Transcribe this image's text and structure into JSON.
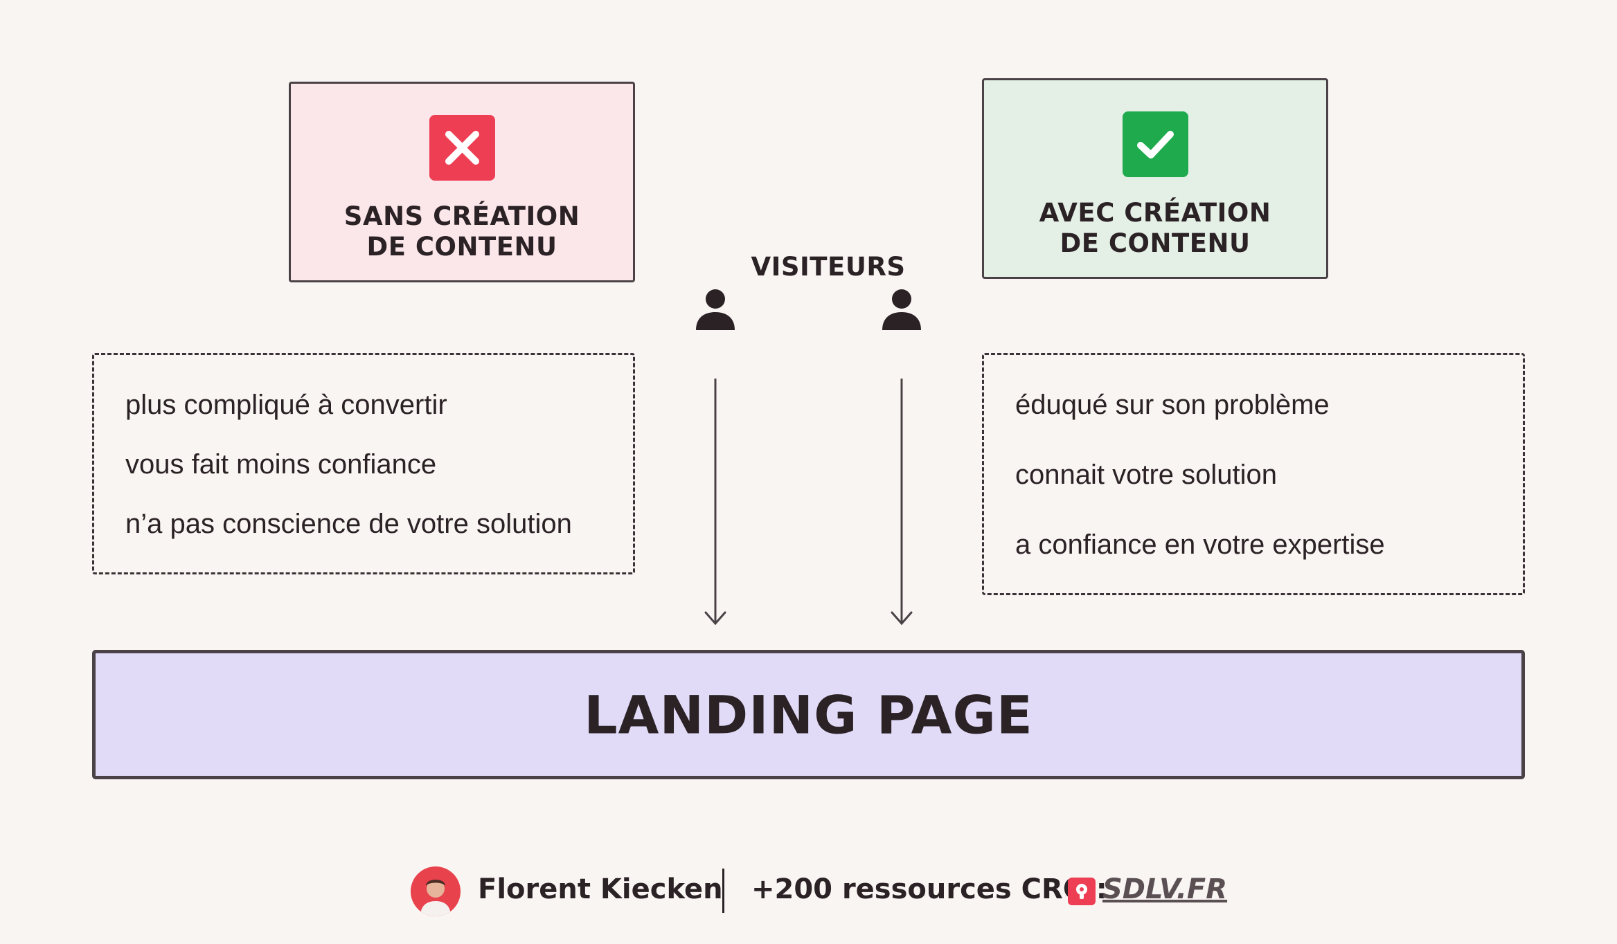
{
  "without_card": {
    "line1": "SANS CRÉATION",
    "line2": "DE CONTENU",
    "icon": "cross-icon",
    "background": "#fbe6e9",
    "badge_color": "#ee3e54"
  },
  "with_card": {
    "line1": "AVEC CRÉATION",
    "line2": "DE CONTENU",
    "icon": "check-icon",
    "background": "#e4efe6",
    "badge_color": "#1faa4e"
  },
  "visitors": {
    "label": "VISITEURS",
    "icon": "person-icon"
  },
  "without_list": [
    "plus compliqué à convertir",
    "vous fait moins confiance",
    "n’a pas conscience de votre solution"
  ],
  "with_list": [
    "éduqué sur son problème",
    "connait votre solution",
    "a confiance en votre expertise"
  ],
  "landing": {
    "label": "LANDING PAGE",
    "background": "#e1dbf7"
  },
  "footer": {
    "author": "Florent Kiecken",
    "resources": "+200 ressources CRO :",
    "link": "SDLV.FR",
    "accent": "#ee3e54"
  }
}
